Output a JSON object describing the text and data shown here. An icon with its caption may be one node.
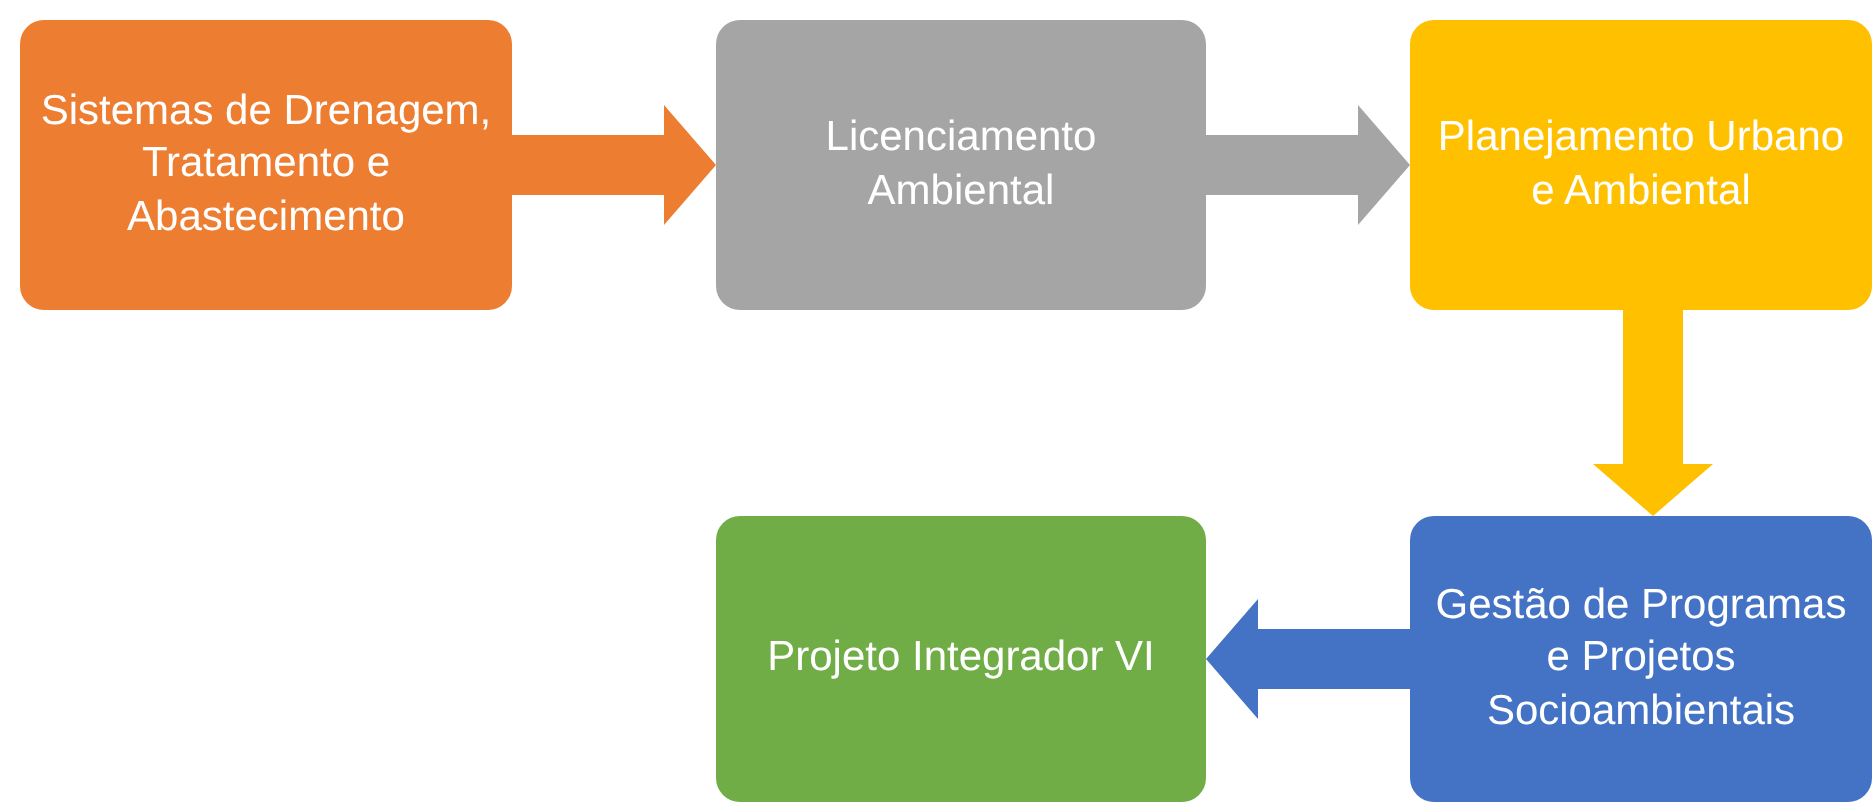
{
  "diagram": {
    "nodes": [
      {
        "text": [
          "Sistemas de Drenagem, Tratamento e Abastecimento"
        ]
      },
      {
        "text": [
          "Licenciamento Ambiental"
        ]
      },
      {
        "text": [
          "Planejamento Urbano e Ambiental"
        ]
      },
      {
        "text": [
          "Gestão de Programas e Projetos Socioambientais"
        ]
      },
      {
        "text": [
          "Projeto Integrador VI"
        ]
      }
    ],
    "edges": [
      {
        "from": 0,
        "to": 1,
        "arrow": "to",
        "color": "#ed7d31"
      },
      {
        "from": 1,
        "to": 2,
        "arrow": "to",
        "color": "#a5a5a5"
      },
      {
        "from": 2,
        "to": 3,
        "arrow": "to",
        "color": "#ffc000"
      },
      {
        "from": 3,
        "to": 4,
        "arrow": "to",
        "color": "#4472c4"
      }
    ]
  }
}
